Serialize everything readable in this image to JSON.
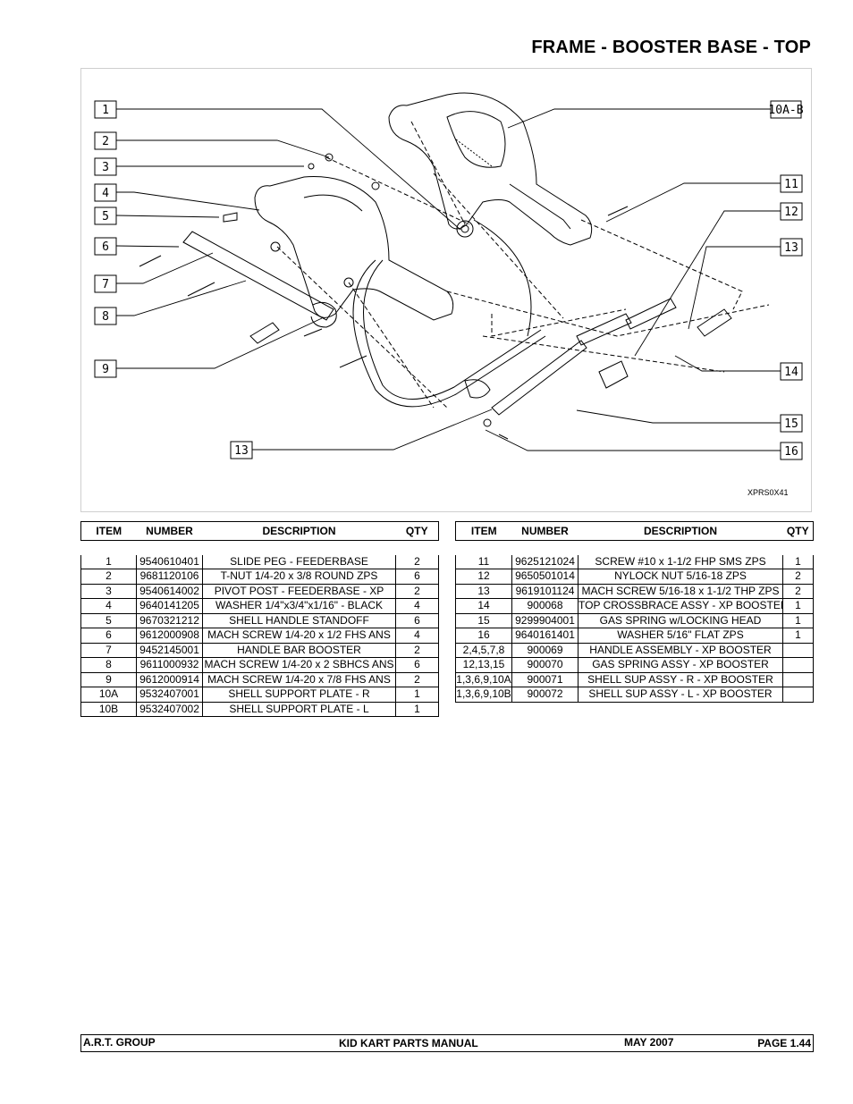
{
  "header": {
    "title": "FRAME - BOOSTER BASE - TOP"
  },
  "diagram": {
    "callouts_left": [
      "1",
      "2",
      "3",
      "4",
      "5",
      "6",
      "7",
      "8",
      "9",
      "13"
    ],
    "callouts_right": [
      "10A-B",
      "11",
      "12",
      "13",
      "14",
      "15",
      "16"
    ],
    "drawing_code": "XPRS0X41"
  },
  "table_headers": {
    "item": "ITEM",
    "number": "NUMBER",
    "description": "DESCRIPTION",
    "qty": "QTY"
  },
  "left_table": [
    {
      "item": "1",
      "number": "9540610401",
      "description": "SLIDE PEG - FEEDERBASE",
      "qty": "2"
    },
    {
      "item": "2",
      "number": "9681120106",
      "description": "T-NUT 1/4-20 x 3/8 ROUND ZPS",
      "qty": "6"
    },
    {
      "item": "3",
      "number": "9540614002",
      "description": "PIVOT POST - FEEDERBASE - XP",
      "qty": "2"
    },
    {
      "item": "4",
      "number": "9640141205",
      "description": "WASHER 1/4\"x3/4\"x1/16\" - BLACK",
      "qty": "4"
    },
    {
      "item": "5",
      "number": "9670321212",
      "description": "SHELL HANDLE STANDOFF",
      "qty": "6"
    },
    {
      "item": "6",
      "number": "9612000908",
      "description": "MACH SCREW 1/4-20 x 1/2 FHS ANS",
      "qty": "4"
    },
    {
      "item": "7",
      "number": "9452145001",
      "description": "HANDLE BAR BOOSTER",
      "qty": "2"
    },
    {
      "item": "8",
      "number": "9611000932",
      "description": "MACH SCREW 1/4-20 x 2 SBHCS ANS",
      "qty": "6"
    },
    {
      "item": "9",
      "number": "9612000914",
      "description": "MACH SCREW 1/4-20 x 7/8 FHS ANS",
      "qty": "2"
    },
    {
      "item": "10A",
      "number": "9532407001",
      "description": "SHELL SUPPORT PLATE - R",
      "qty": "1"
    },
    {
      "item": "10B",
      "number": "9532407002",
      "description": "SHELL SUPPORT PLATE - L",
      "qty": "1"
    }
  ],
  "right_table": [
    {
      "item": "11",
      "number": "9625121024",
      "description": "SCREW #10 x 1-1/2 FHP SMS ZPS",
      "qty": "1"
    },
    {
      "item": "12",
      "number": "9650501014",
      "description": "NYLOCK NUT 5/16-18 ZPS",
      "qty": "2"
    },
    {
      "item": "13",
      "number": "9619101124",
      "description": "MACH SCREW 5/16-18 x 1-1/2 THP ZPS",
      "qty": "2"
    },
    {
      "item": "14",
      "number": "900068",
      "description": "TOP CROSSBRACE ASSY - XP BOOSTER",
      "qty": "1"
    },
    {
      "item": "15",
      "number": "9299904001",
      "description": "GAS SPRING w/LOCKING HEAD",
      "qty": "1"
    },
    {
      "item": "16",
      "number": "9640161401",
      "description": "WASHER 5/16\" FLAT ZPS",
      "qty": "1"
    },
    {
      "item": "2,4,5,7,8",
      "number": "900069",
      "description": "HANDLE ASSEMBLY - XP BOOSTER",
      "qty": ""
    },
    {
      "item": "12,13,15",
      "number": "900070",
      "description": "GAS SPRING ASSY - XP BOOSTER",
      "qty": ""
    },
    {
      "item": "1,3,6,9,10A",
      "number": "900071",
      "description": "SHELL SUP ASSY - R - XP BOOSTER",
      "qty": ""
    },
    {
      "item": "1,3,6,9,10B",
      "number": "900072",
      "description": "SHELL SUP ASSY - L - XP BOOSTER",
      "qty": ""
    }
  ],
  "footer": {
    "company": "A.R.T. GROUP",
    "manual": "KID KART PARTS MANUAL",
    "date": "MAY 2007",
    "page": "PAGE  1.44"
  }
}
